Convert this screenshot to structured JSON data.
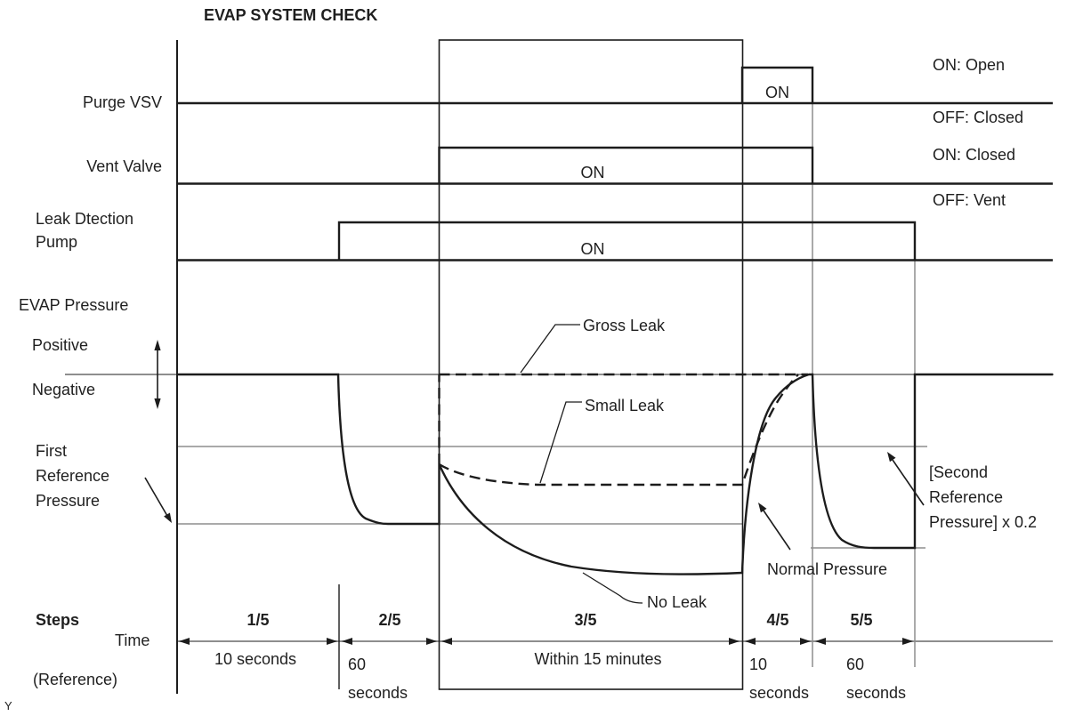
{
  "title": "EVAP SYSTEM CHECK",
  "signals": {
    "purge_vsv": {
      "label": "Purge VSV",
      "on_label": "ON"
    },
    "vent_valve": {
      "label": "Vent Valve",
      "on_label": "ON"
    },
    "leak_pump": {
      "label_line1": "Leak Dtection",
      "label_line2": "Pump",
      "on_label": "ON"
    }
  },
  "legend": {
    "purge_on": "ON: Open",
    "purge_off": "OFF: Closed",
    "vent_on": "ON: Closed",
    "vent_off": "OFF: Vent"
  },
  "pressure": {
    "section_label": "EVAP Pressure",
    "positive_label": "Positive",
    "negative_label": "Negative",
    "first_reference": {
      "line1": "First",
      "line2": "Reference",
      "line3": "Pressure"
    },
    "second_reference": {
      "line1": "[Second",
      "line2": "Reference",
      "line3": "Pressure] x 0.2"
    },
    "curve_labels": {
      "gross_leak": "Gross Leak",
      "small_leak": "Small Leak",
      "no_leak": "No Leak",
      "normal_pressure": "Normal Pressure"
    }
  },
  "steps": {
    "header_label": "Steps",
    "time_label": "Time",
    "reference_label": "(Reference)",
    "items": [
      {
        "step": "1/5",
        "duration_lines": [
          "10 seconds"
        ]
      },
      {
        "step": "2/5",
        "duration_lines": [
          "60",
          "seconds"
        ]
      },
      {
        "step": "3/5",
        "duration_lines": [
          "Within 15 minutes"
        ]
      },
      {
        "step": "4/5",
        "duration_lines": [
          "10",
          "seconds"
        ]
      },
      {
        "step": "5/5",
        "duration_lines": [
          "60",
          "seconds"
        ]
      }
    ]
  },
  "footnote": "Y",
  "colors": {
    "line_dark": "#1c1c1c",
    "line_gray": "#8e8e8e",
    "text": "#1f1f1f",
    "background": "#ffffff"
  }
}
